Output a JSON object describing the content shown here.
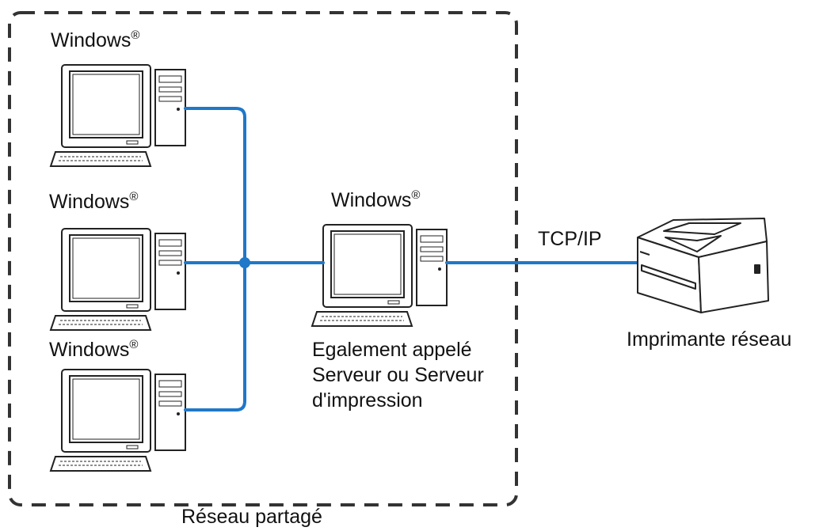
{
  "clients": [
    {
      "os_label": "Windows",
      "mark": "®"
    },
    {
      "os_label": "Windows",
      "mark": "®"
    },
    {
      "os_label": "Windows",
      "mark": "®"
    }
  ],
  "server": {
    "os_label": "Windows",
    "mark": "®",
    "caption": "Egalement appelé Serveur ou Serveur d'impression"
  },
  "link_label": "TCP/IP",
  "printer_label": "Imprimante réseau",
  "group_label": "Réseau partagé",
  "colors": {
    "network_line": "#1f78c8",
    "boundary": "#333333"
  },
  "icons": [
    "pc-icon",
    "printer-icon"
  ]
}
